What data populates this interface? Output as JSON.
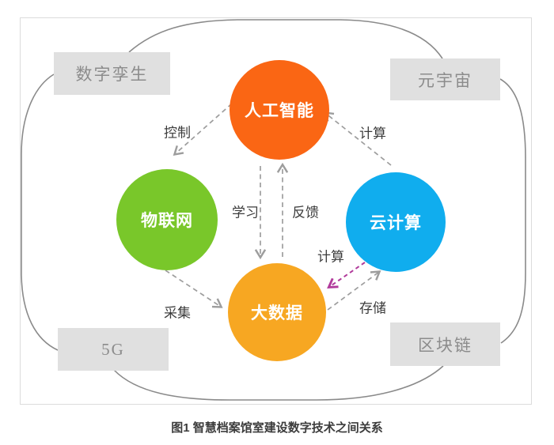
{
  "caption": "图1 智慧档案馆室建设数字技术之间关系",
  "nodes": {
    "ai": {
      "label": "人工智能",
      "color": "#FA6614"
    },
    "iot": {
      "label": "物联网",
      "color": "#79C72A"
    },
    "cloud": {
      "label": "云计算",
      "color": "#10ADEE"
    },
    "bigdata": {
      "label": "大数据",
      "color": "#F7A722"
    }
  },
  "corner_boxes": {
    "digital_twin": {
      "label": "数字孪生"
    },
    "metaverse": {
      "label": "元宇宙"
    },
    "five_g": {
      "label": "5G"
    },
    "blockchain": {
      "label": "区块链"
    }
  },
  "edges": {
    "control": {
      "from": "人工智能",
      "to": "物联网",
      "label": "控制",
      "style": "gray-dashed"
    },
    "compute_to_ai": {
      "from": "云计算",
      "to": "人工智能",
      "label": "计算",
      "style": "gray-dashed"
    },
    "learn": {
      "from": "人工智能",
      "to": "大数据",
      "label": "学习",
      "style": "gray-dashed"
    },
    "feedback": {
      "from": "大数据",
      "to": "人工智能",
      "label": "反馈",
      "style": "gray-dashed"
    },
    "collect": {
      "from": "物联网",
      "to": "大数据",
      "label": "采集",
      "style": "gray-dashed"
    },
    "compute_to_bigdata": {
      "from": "云计算",
      "to": "大数据",
      "label": "计算",
      "style": "purple-dashed"
    },
    "store": {
      "from": "大数据",
      "to": "云计算",
      "label": "存储",
      "style": "gray-dashed"
    }
  },
  "colors": {
    "loop_stroke": "#8A8A8A",
    "arrow_gray": "#9D9D9D",
    "arrow_purple": "#B13A9B",
    "box_fill": "#E0E0E0",
    "box_text": "#8C8C8C",
    "label_text": "#3C3C3C",
    "figure_border": "#DCDCDC"
  }
}
